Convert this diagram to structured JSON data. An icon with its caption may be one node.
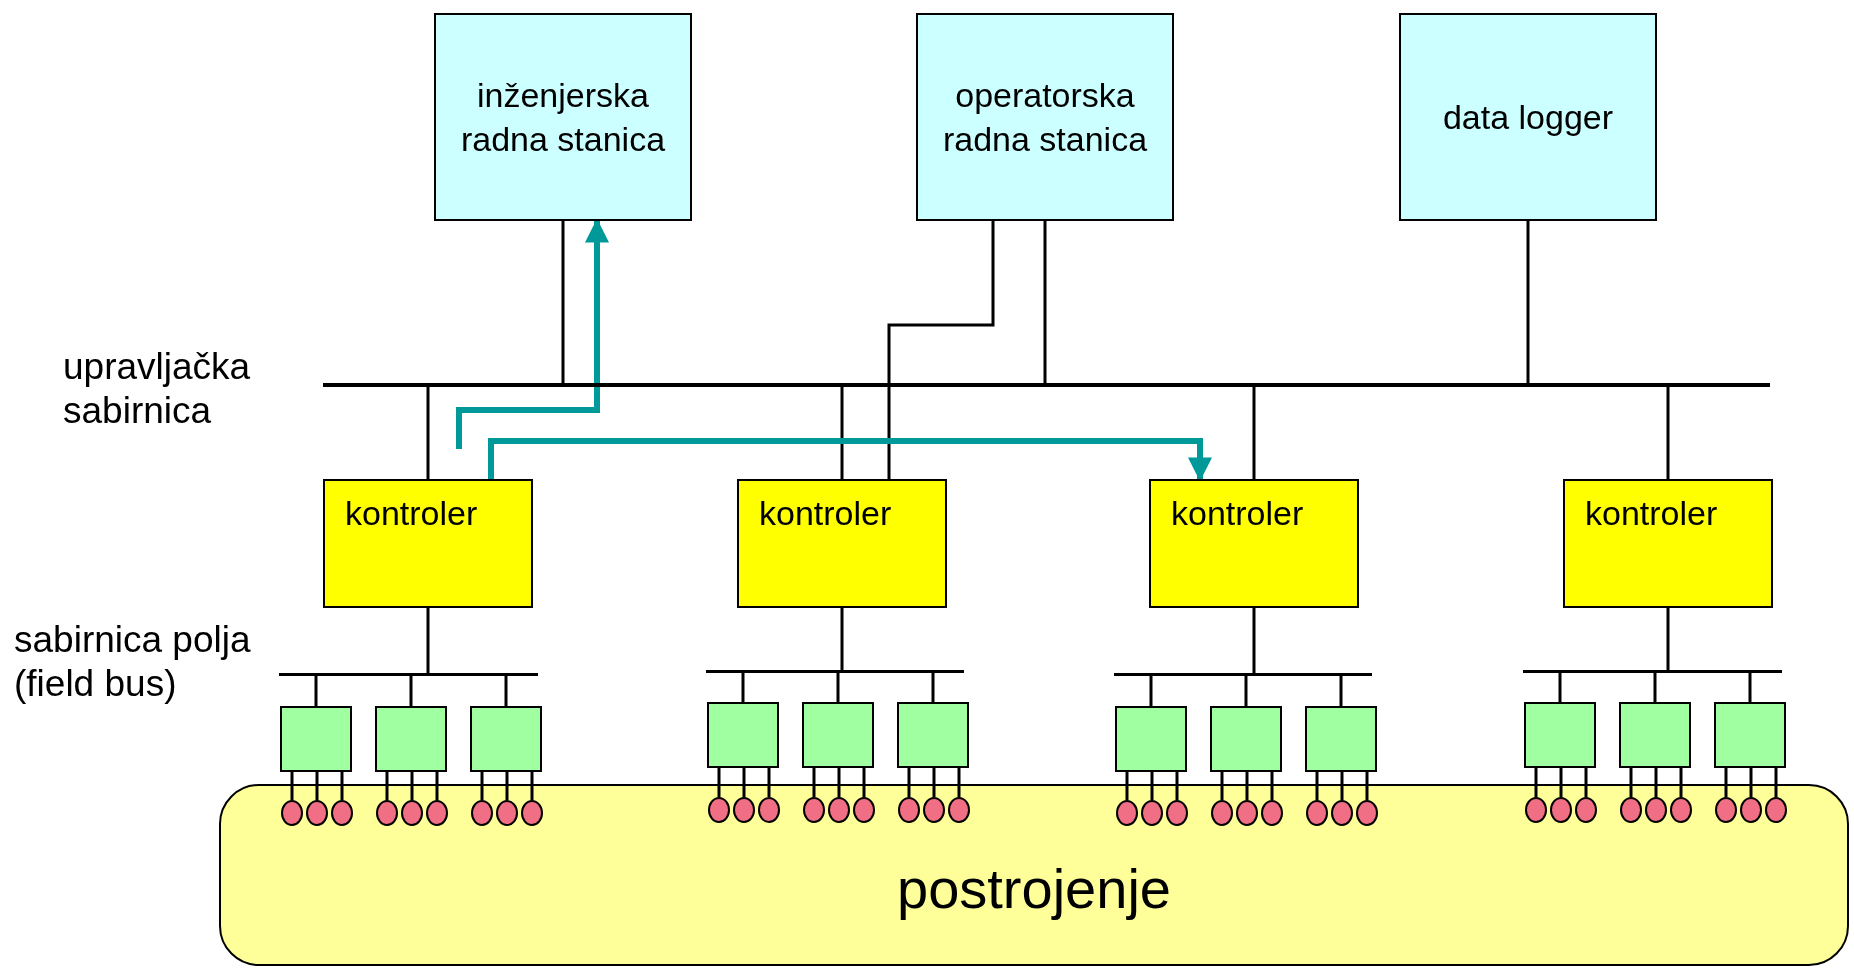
{
  "diagram": {
    "nodes": [
      {
        "text": [
          "inženjerska radna stanica"
        ]
      },
      {
        "text": [
          "operatorska radna stanica"
        ]
      },
      {
        "text": [
          "data logger"
        ]
      },
      {
        "text": [],
        "shape": "bar",
        "beside": [
          "upravljačka sabirnica"
        ]
      },
      {
        "text": [
          "kontroler"
        ]
      },
      {
        "text": [
          "kontroler"
        ]
      },
      {
        "text": [
          "kontroler"
        ]
      },
      {
        "text": [
          "kontroler"
        ]
      },
      {
        "text": [],
        "shape": "bar",
        "beside": [
          "sabirnica polja (field bus)"
        ]
      },
      {
        "text": [],
        "shape": "bar"
      },
      {
        "text": [],
        "shape": "bar"
      },
      {
        "text": [],
        "shape": "bar"
      },
      {
        "text": [],
        "shape": "box"
      },
      {
        "text": [],
        "shape": "box"
      },
      {
        "text": [],
        "shape": "box"
      },
      {
        "text": [],
        "shape": "box"
      },
      {
        "text": [],
        "shape": "box"
      },
      {
        "text": [],
        "shape": "box"
      },
      {
        "text": [],
        "shape": "box"
      },
      {
        "text": [],
        "shape": "box"
      },
      {
        "text": [],
        "shape": "box"
      },
      {
        "text": [],
        "shape": "box"
      },
      {
        "text": [],
        "shape": "box"
      },
      {
        "text": [],
        "shape": "box"
      },
      {
        "text": [],
        "shape": "circle",
        "in": 60
      },
      {
        "text": [],
        "shape": "circle",
        "in": 60
      },
      {
        "text": [],
        "shape": "circle",
        "in": 60
      },
      {
        "text": [],
        "shape": "circle",
        "in": 60
      },
      {
        "text": [],
        "shape": "circle",
        "in": 60
      },
      {
        "text": [],
        "shape": "circle",
        "in": 60
      },
      {
        "text": [],
        "shape": "circle",
        "in": 60
      },
      {
        "text": [],
        "shape": "circle",
        "in": 60
      },
      {
        "text": [],
        "shape": "circle",
        "in": 60
      },
      {
        "text": [],
        "shape": "circle",
        "in": 60
      },
      {
        "text": [],
        "shape": "circle",
        "in": 60
      },
      {
        "text": [],
        "shape": "circle",
        "in": 60
      },
      {
        "text": [],
        "shape": "circle",
        "in": 60
      },
      {
        "text": [],
        "shape": "circle",
        "in": 60
      },
      {
        "text": [],
        "shape": "circle",
        "in": 60
      },
      {
        "text": [],
        "shape": "circle",
        "in": 60
      },
      {
        "text": [],
        "shape": "circle",
        "in": 60
      },
      {
        "text": [],
        "shape": "circle",
        "in": 60
      },
      {
        "text": [],
        "shape": "circle",
        "in": 60
      },
      {
        "text": [],
        "shape": "circle",
        "in": 60
      },
      {
        "text": [],
        "shape": "circle",
        "in": 60
      },
      {
        "text": [],
        "shape": "circle",
        "in": 60
      },
      {
        "text": [],
        "shape": "circle",
        "in": 60
      },
      {
        "text": [],
        "shape": "circle",
        "in": 60
      },
      {
        "text": [],
        "shape": "circle",
        "in": 60
      },
      {
        "text": [],
        "shape": "circle",
        "in": 60
      },
      {
        "text": [],
        "shape": "circle",
        "in": 60
      },
      {
        "text": [],
        "shape": "circle",
        "in": 60
      },
      {
        "text": [],
        "shape": "circle",
        "in": 60
      },
      {
        "text": [],
        "shape": "circle",
        "in": 60
      },
      {
        "text": [],
        "shape": "circle",
        "in": 60
      },
      {
        "text": [],
        "shape": "circle",
        "in": 60
      },
      {
        "text": [],
        "shape": "circle",
        "in": 60
      },
      {
        "text": [],
        "shape": "circle",
        "in": 60
      },
      {
        "text": [],
        "shape": "circle",
        "in": 60
      },
      {
        "text": [],
        "shape": "circle",
        "in": 60
      },
      {
        "text": [
          "postrojenje"
        ]
      }
    ],
    "edges": [
      {
        "from": 0,
        "to": 3,
        "arrow": "none"
      },
      {
        "from": 1,
        "to": 3,
        "arrow": "none"
      },
      {
        "from": 2,
        "to": 3,
        "arrow": "none"
      },
      {
        "from": 3,
        "to": 4,
        "arrow": "none"
      },
      {
        "from": 3,
        "to": 5,
        "arrow": "none"
      },
      {
        "from": 3,
        "to": 6,
        "arrow": "none"
      },
      {
        "from": 3,
        "to": 7,
        "arrow": "none"
      },
      {
        "from": 4,
        "to": 8,
        "arrow": "none"
      },
      {
        "from": 5,
        "to": 9,
        "arrow": "none"
      },
      {
        "from": 6,
        "to": 10,
        "arrow": "none"
      },
      {
        "from": 7,
        "to": 11,
        "arrow": "none"
      },
      {
        "from": 8,
        "to": 12,
        "arrow": "none"
      },
      {
        "from": 8,
        "to": 13,
        "arrow": "none"
      },
      {
        "from": 8,
        "to": 14,
        "arrow": "none"
      },
      {
        "from": 9,
        "to": 15,
        "arrow": "none"
      },
      {
        "from": 9,
        "to": 16,
        "arrow": "none"
      },
      {
        "from": 9,
        "to": 17,
        "arrow": "none"
      },
      {
        "from": 10,
        "to": 18,
        "arrow": "none"
      },
      {
        "from": 10,
        "to": 19,
        "arrow": "none"
      },
      {
        "from": 10,
        "to": 20,
        "arrow": "none"
      },
      {
        "from": 11,
        "to": 21,
        "arrow": "none"
      },
      {
        "from": 11,
        "to": 22,
        "arrow": "none"
      },
      {
        "from": 11,
        "to": 23,
        "arrow": "none"
      },
      {
        "from": 12,
        "to": 24,
        "arrow": "none"
      },
      {
        "from": 12,
        "to": 25,
        "arrow": "none"
      },
      {
        "from": 12,
        "to": 26,
        "arrow": "none"
      },
      {
        "from": 13,
        "to": 27,
        "arrow": "none"
      },
      {
        "from": 13,
        "to": 28,
        "arrow": "none"
      },
      {
        "from": 13,
        "to": 29,
        "arrow": "none"
      },
      {
        "from": 14,
        "to": 30,
        "arrow": "none"
      },
      {
        "from": 14,
        "to": 31,
        "arrow": "none"
      },
      {
        "from": 14,
        "to": 32,
        "arrow": "none"
      },
      {
        "from": 15,
        "to": 33,
        "arrow": "none"
      },
      {
        "from": 15,
        "to": 34,
        "arrow": "none"
      },
      {
        "from": 15,
        "to": 35,
        "arrow": "none"
      },
      {
        "from": 16,
        "to": 36,
        "arrow": "none"
      },
      {
        "from": 16,
        "to": 37,
        "arrow": "none"
      },
      {
        "from": 16,
        "to": 38,
        "arrow": "none"
      },
      {
        "from": 17,
        "to": 39,
        "arrow": "none"
      },
      {
        "from": 17,
        "to": 40,
        "arrow": "none"
      },
      {
        "from": 17,
        "to": 41,
        "arrow": "none"
      },
      {
        "from": 18,
        "to": 42,
        "arrow": "none"
      },
      {
        "from": 18,
        "to": 43,
        "arrow": "none"
      },
      {
        "from": 18,
        "to": 44,
        "arrow": "none"
      },
      {
        "from": 19,
        "to": 45,
        "arrow": "none"
      },
      {
        "from": 19,
        "to": 46,
        "arrow": "none"
      },
      {
        "from": 19,
        "to": 47,
        "arrow": "none"
      },
      {
        "from": 20,
        "to": 48,
        "arrow": "none"
      },
      {
        "from": 20,
        "to": 49,
        "arrow": "none"
      },
      {
        "from": 20,
        "to": 50,
        "arrow": "none"
      },
      {
        "from": 21,
        "to": 51,
        "arrow": "none"
      },
      {
        "from": 21,
        "to": 52,
        "arrow": "none"
      },
      {
        "from": 21,
        "to": 53,
        "arrow": "none"
      },
      {
        "from": 22,
        "to": 54,
        "arrow": "none"
      },
      {
        "from": 22,
        "to": 55,
        "arrow": "none"
      },
      {
        "from": 22,
        "to": 56,
        "arrow": "none"
      },
      {
        "from": 23,
        "to": 57,
        "arrow": "none"
      },
      {
        "from": 23,
        "to": 58,
        "arrow": "none"
      },
      {
        "from": 23,
        "to": 59,
        "arrow": "none"
      },
      {
        "from": 1,
        "to": 5,
        "arrow": "none"
      },
      {
        "from": null,
        "to": 0,
        "arrow": "to",
        "style": "thick",
        "color": "#009999"
      },
      {
        "from": 4,
        "to": 6,
        "arrow": "to",
        "style": "thick",
        "color": "#009999"
      }
    ]
  }
}
